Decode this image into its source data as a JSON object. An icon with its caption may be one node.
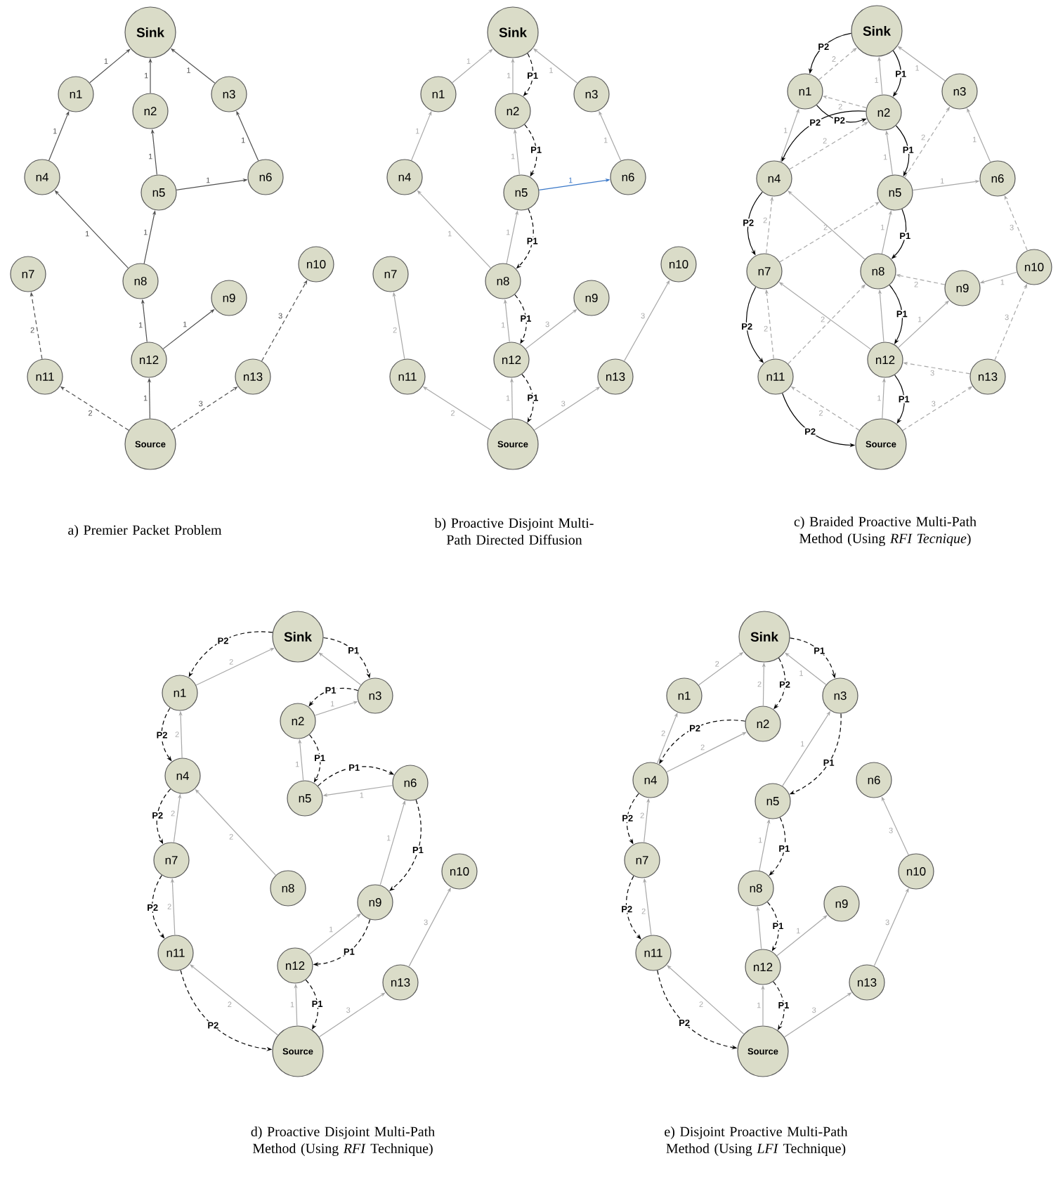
{
  "diagram": {
    "nodes": [
      {
        "text": [
          "Sink"
        ]
      },
      {
        "text": [
          "n1"
        ]
      },
      {
        "text": [
          "n2"
        ]
      },
      {
        "text": [
          "n3"
        ]
      },
      {
        "text": [
          "n4"
        ]
      },
      {
        "text": [
          "n5"
        ]
      },
      {
        "text": [
          "n6"
        ]
      },
      {
        "text": [
          "n7"
        ]
      },
      {
        "text": [
          "n8"
        ]
      },
      {
        "text": [
          "n9"
        ]
      },
      {
        "text": [
          "n10"
        ]
      },
      {
        "text": [
          "n11"
        ]
      },
      {
        "text": [
          "n12"
        ]
      },
      {
        "text": [
          "n13"
        ]
      },
      {
        "text": [
          "Source"
        ]
      },
      {
        "text": [
          "Sink"
        ]
      },
      {
        "text": [
          "n1"
        ]
      },
      {
        "text": [
          "n2"
        ]
      },
      {
        "text": [
          "n3"
        ]
      },
      {
        "text": [
          "n4"
        ]
      },
      {
        "text": [
          "n5"
        ]
      },
      {
        "text": [
          "n6"
        ]
      },
      {
        "text": [
          "n7"
        ]
      },
      {
        "text": [
          "n8"
        ]
      },
      {
        "text": [
          "n9"
        ]
      },
      {
        "text": [
          "n10"
        ]
      },
      {
        "text": [
          "n11"
        ]
      },
      {
        "text": [
          "n12"
        ]
      },
      {
        "text": [
          "n13"
        ]
      },
      {
        "text": [
          "Source"
        ]
      },
      {
        "text": [
          "Sink"
        ]
      },
      {
        "text": [
          "n1"
        ]
      },
      {
        "text": [
          "n2"
        ]
      },
      {
        "text": [
          "n3"
        ]
      },
      {
        "text": [
          "n4"
        ]
      },
      {
        "text": [
          "n5"
        ]
      },
      {
        "text": [
          "n6"
        ]
      },
      {
        "text": [
          "n7"
        ]
      },
      {
        "text": [
          "n8"
        ]
      },
      {
        "text": [
          "n9"
        ]
      },
      {
        "text": [
          "n10"
        ]
      },
      {
        "text": [
          "n11"
        ]
      },
      {
        "text": [
          "n12"
        ]
      },
      {
        "text": [
          "n13"
        ]
      },
      {
        "text": [
          "Source"
        ]
      },
      {
        "text": [
          "Sink"
        ]
      },
      {
        "text": [
          "n1"
        ]
      },
      {
        "text": [
          "n2"
        ]
      },
      {
        "text": [
          "n3"
        ]
      },
      {
        "text": [
          "n4"
        ]
      },
      {
        "text": [
          "n5"
        ]
      },
      {
        "text": [
          "n6"
        ]
      },
      {
        "text": [
          "n7"
        ]
      },
      {
        "text": [
          "n8"
        ]
      },
      {
        "text": [
          "n9"
        ]
      },
      {
        "text": [
          "n10"
        ]
      },
      {
        "text": [
          "n11"
        ]
      },
      {
        "text": [
          "n12"
        ]
      },
      {
        "text": [
          "n13"
        ]
      },
      {
        "text": [
          "Source"
        ]
      },
      {
        "text": [
          "Sink"
        ]
      },
      {
        "text": [
          "n1"
        ]
      },
      {
        "text": [
          "n2"
        ]
      },
      {
        "text": [
          "n3"
        ]
      },
      {
        "text": [
          "n4"
        ]
      },
      {
        "text": [
          "n5"
        ]
      },
      {
        "text": [
          "n6"
        ]
      },
      {
        "text": [
          "n7"
        ]
      },
      {
        "text": [
          "n8"
        ]
      },
      {
        "text": [
          "n9"
        ]
      },
      {
        "text": [
          "n10"
        ]
      },
      {
        "text": [
          "n11"
        ]
      },
      {
        "text": [
          "n12"
        ]
      },
      {
        "text": [
          "n13"
        ]
      },
      {
        "text": [
          "Source"
        ]
      }
    ],
    "edges": [
      {
        "from": 1,
        "to": 0,
        "arrow": "to",
        "label": "1",
        "color": "#505050"
      },
      {
        "from": 2,
        "to": 0,
        "arrow": "to",
        "label": "1",
        "color": "#505050"
      },
      {
        "from": 3,
        "to": 0,
        "arrow": "to",
        "label": "1",
        "color": "#505050"
      },
      {
        "from": 4,
        "to": 1,
        "arrow": "to",
        "label": "1",
        "color": "#505050"
      },
      {
        "from": 5,
        "to": 2,
        "arrow": "to",
        "label": "1",
        "color": "#505050"
      },
      {
        "from": 6,
        "to": 3,
        "arrow": "to",
        "label": "1",
        "color": "#505050"
      },
      {
        "from": 5,
        "to": 6,
        "arrow": "to",
        "label": "1",
        "color": "#505050"
      },
      {
        "from": 8,
        "to": 4,
        "arrow": "to",
        "label": "1",
        "color": "#505050"
      },
      {
        "from": 8,
        "to": 5,
        "arrow": "to",
        "label": "1",
        "color": "#505050"
      },
      {
        "from": 12,
        "to": 8,
        "arrow": "to",
        "label": "1",
        "color": "#505050"
      },
      {
        "from": 12,
        "to": 9,
        "arrow": "to",
        "label": "1",
        "color": "#505050"
      },
      {
        "from": 14,
        "to": 12,
        "arrow": "to",
        "label": "1",
        "color": "#505050"
      },
      {
        "from": 11,
        "to": 7,
        "arrow": "to",
        "label": "2",
        "style": "dashed",
        "color": "#505050"
      },
      {
        "from": 14,
        "to": 11,
        "arrow": "to",
        "label": "2",
        "style": "dashed",
        "color": "#505050"
      },
      {
        "from": 13,
        "to": 10,
        "arrow": "to",
        "label": "3",
        "style": "dashed",
        "color": "#505050"
      },
      {
        "from": 14,
        "to": 13,
        "arrow": "to",
        "label": "3",
        "style": "dashed",
        "color": "#505050"
      },
      {
        "from": 16,
        "to": 15,
        "arrow": "to",
        "label": "1"
      },
      {
        "from": 17,
        "to": 15,
        "arrow": "to",
        "label": "1"
      },
      {
        "from": 18,
        "to": 15,
        "arrow": "to",
        "label": "1"
      },
      {
        "from": 19,
        "to": 16,
        "arrow": "to",
        "label": "1"
      },
      {
        "from": 20,
        "to": 17,
        "arrow": "to",
        "label": "1"
      },
      {
        "from": 21,
        "to": 18,
        "arrow": "to",
        "label": "1"
      },
      {
        "from": 20,
        "to": 21,
        "arrow": "to",
        "label": "1",
        "color": "#3a78c8"
      },
      {
        "from": 23,
        "to": 19,
        "arrow": "to",
        "label": "1"
      },
      {
        "from": 23,
        "to": 20,
        "arrow": "to",
        "label": "1"
      },
      {
        "from": 27,
        "to": 23,
        "arrow": "to",
        "label": "1"
      },
      {
        "from": 27,
        "to": 24,
        "arrow": "to",
        "label": "3"
      },
      {
        "from": 29,
        "to": 27,
        "arrow": "to",
        "label": "1"
      },
      {
        "from": 26,
        "to": 22,
        "arrow": "to",
        "label": "2"
      },
      {
        "from": 29,
        "to": 26,
        "arrow": "to",
        "label": "2"
      },
      {
        "from": 28,
        "to": 25,
        "arrow": "to",
        "label": "3"
      },
      {
        "from": 29,
        "to": 28,
        "arrow": "to",
        "label": "3"
      },
      {
        "from": 15,
        "to": 17,
        "arrow": "to",
        "label": "P1",
        "style": "dashed",
        "color": "#000000"
      },
      {
        "from": 17,
        "to": 20,
        "arrow": "to",
        "label": "P1",
        "style": "dashed",
        "color": "#000000"
      },
      {
        "from": 20,
        "to": 23,
        "arrow": "to",
        "label": "P1",
        "style": "dashed",
        "color": "#000000"
      },
      {
        "from": 23,
        "to": 27,
        "arrow": "to",
        "label": "P1",
        "style": "dashed",
        "color": "#000000"
      },
      {
        "from": 27,
        "to": 29,
        "arrow": "to",
        "label": "P1",
        "style": "dashed",
        "color": "#000000"
      },
      {
        "from": 31,
        "to": 30,
        "arrow": "to",
        "label": "2",
        "style": "dashed"
      },
      {
        "from": 32,
        "to": 30,
        "arrow": "to",
        "label": "1"
      },
      {
        "from": 33,
        "to": 30,
        "arrow": "to",
        "label": "1"
      },
      {
        "from": 32,
        "to": 31,
        "arrow": "to",
        "label": "2",
        "style": "dashed"
      },
      {
        "from": 34,
        "to": 31,
        "arrow": "to",
        "label": "1"
      },
      {
        "from": 34,
        "to": 32,
        "arrow": "to",
        "label": "2",
        "style": "dashed"
      },
      {
        "from": 35,
        "to": 32,
        "arrow": "to",
        "label": "1"
      },
      {
        "from": 35,
        "to": 33,
        "arrow": "to",
        "label": "2",
        "style": "dashed"
      },
      {
        "from": 36,
        "to": 33,
        "arrow": "to",
        "label": "1"
      },
      {
        "from": 35,
        "to": 36,
        "arrow": "to",
        "label": "1"
      },
      {
        "from": 37,
        "to": 34,
        "arrow": "to",
        "label": "2",
        "style": "dashed"
      },
      {
        "from": 38,
        "to": 34,
        "arrow": "to"
      },
      {
        "from": 37,
        "to": 35,
        "arrow": "to",
        "label": "2",
        "style": "dashed"
      },
      {
        "from": 38,
        "to": 35,
        "arrow": "to",
        "label": "1"
      },
      {
        "from": 41,
        "to": 37,
        "arrow": "to",
        "label": "2",
        "style": "dashed"
      },
      {
        "from": 42,
        "to": 37,
        "arrow": "to"
      },
      {
        "from": 39,
        "to": 38,
        "arrow": "to",
        "label": "2",
        "style": "dashed"
      },
      {
        "from": 41,
        "to": 38,
        "arrow": "to",
        "label": "2",
        "style": "dashed"
      },
      {
        "from": 42,
        "to": 38,
        "arrow": "to"
      },
      {
        "from": 40,
        "to": 39,
        "arrow": "to",
        "label": "1"
      },
      {
        "from": 42,
        "to": 39,
        "arrow": "to",
        "label": "1"
      },
      {
        "from": 40,
        "to": 36,
        "arrow": "to",
        "label": "3",
        "style": "dashed"
      },
      {
        "from": 43,
        "to": 40,
        "arrow": "to",
        "label": "3",
        "style": "dashed"
      },
      {
        "from": 43,
        "to": 42,
        "arrow": "to",
        "label": "3",
        "style": "dashed"
      },
      {
        "from": 44,
        "to": 42,
        "arrow": "to",
        "label": "1"
      },
      {
        "from": 44,
        "to": 41,
        "arrow": "to",
        "label": "2",
        "style": "dashed"
      },
      {
        "from": 44,
        "to": 43,
        "arrow": "to",
        "label": "3",
        "style": "dashed"
      },
      {
        "from": 30,
        "to": 31,
        "arrow": "to",
        "label": "P2",
        "color": "#000000"
      },
      {
        "from": 31,
        "to": 32,
        "arrow": "to",
        "label": "P2",
        "color": "#000000"
      },
      {
        "from": 32,
        "to": 34,
        "arrow": "to",
        "label": "P2",
        "color": "#000000"
      },
      {
        "from": 34,
        "to": 37,
        "arrow": "to",
        "label": "P2",
        "color": "#000000"
      },
      {
        "from": 37,
        "to": 41,
        "arrow": "to",
        "label": "P2",
        "color": "#000000"
      },
      {
        "from": 41,
        "to": 44,
        "arrow": "to",
        "label": "P2",
        "color": "#000000"
      },
      {
        "from": 30,
        "to": 32,
        "arrow": "to",
        "label": "P1",
        "color": "#000000"
      },
      {
        "from": 32,
        "to": 35,
        "arrow": "to",
        "label": "P1",
        "color": "#000000"
      },
      {
        "from": 35,
        "to": 38,
        "arrow": "to",
        "label": "P1",
        "color": "#000000"
      },
      {
        "from": 38,
        "to": 42,
        "arrow": "to",
        "label": "P1",
        "color": "#000000"
      },
      {
        "from": 42,
        "to": 44,
        "arrow": "to",
        "label": "P1",
        "color": "#000000"
      },
      {
        "from": 46,
        "to": 45,
        "arrow": "to",
        "label": "2"
      },
      {
        "from": 49,
        "to": 46,
        "arrow": "to",
        "label": "2"
      },
      {
        "from": 52,
        "to": 49,
        "arrow": "to",
        "label": "2"
      },
      {
        "from": 56,
        "to": 52,
        "arrow": "to",
        "label": "2"
      },
      {
        "from": 59,
        "to": 56,
        "arrow": "to",
        "label": "2"
      },
      {
        "from": 53,
        "to": 49,
        "arrow": "to",
        "label": "2"
      },
      {
        "from": 48,
        "to": 45,
        "arrow": "to"
      },
      {
        "from": 47,
        "to": 48,
        "arrow": "to",
        "label": "1"
      },
      {
        "from": 50,
        "to": 47,
        "arrow": "to",
        "label": "1"
      },
      {
        "from": 51,
        "to": 50,
        "arrow": "to",
        "label": "1"
      },
      {
        "from": 54,
        "to": 51,
        "arrow": "to",
        "label": "1"
      },
      {
        "from": 57,
        "to": 54,
        "arrow": "to",
        "label": "1"
      },
      {
        "from": 59,
        "to": 57,
        "arrow": "to",
        "label": "1"
      },
      {
        "from": 58,
        "to": 55,
        "arrow": "to",
        "label": "3"
      },
      {
        "from": 59,
        "to": 58,
        "arrow": "to",
        "label": "3"
      },
      {
        "from": 45,
        "to": 46,
        "arrow": "to",
        "label": "P2",
        "style": "dashed",
        "color": "#000000"
      },
      {
        "from": 46,
        "to": 49,
        "arrow": "to",
        "label": "P2",
        "style": "dashed",
        "color": "#000000"
      },
      {
        "from": 49,
        "to": 52,
        "arrow": "to",
        "label": "P2",
        "style": "dashed",
        "color": "#000000"
      },
      {
        "from": 52,
        "to": 56,
        "arrow": "to",
        "label": "P2",
        "style": "dashed",
        "color": "#000000"
      },
      {
        "from": 56,
        "to": 59,
        "arrow": "to",
        "label": "P2",
        "style": "dashed",
        "color": "#000000"
      },
      {
        "from": 45,
        "to": 48,
        "arrow": "to",
        "label": "P1",
        "style": "dashed",
        "color": "#000000"
      },
      {
        "from": 48,
        "to": 47,
        "arrow": "to",
        "label": "P1",
        "style": "dashed",
        "color": "#000000"
      },
      {
        "from": 47,
        "to": 50,
        "arrow": "to",
        "label": "P1",
        "style": "dashed",
        "color": "#000000"
      },
      {
        "from": 50,
        "to": 51,
        "arrow": "to",
        "label": "P1",
        "style": "dashed",
        "color": "#000000"
      },
      {
        "from": 51,
        "to": 54,
        "arrow": "to",
        "label": "P1",
        "style": "dashed",
        "color": "#000000"
      },
      {
        "from": 54,
        "to": 57,
        "arrow": "to",
        "label": "P1",
        "style": "dashed",
        "color": "#000000"
      },
      {
        "from": 57,
        "to": 59,
        "arrow": "to",
        "label": "P1",
        "style": "dashed",
        "color": "#000000"
      },
      {
        "from": 61,
        "to": 60,
        "arrow": "to",
        "label": "2"
      },
      {
        "from": 62,
        "to": 60,
        "arrow": "to",
        "label": "2"
      },
      {
        "from": 63,
        "to": 60,
        "arrow": "to",
        "label": "1"
      },
      {
        "from": 64,
        "to": 61,
        "arrow": "to",
        "label": "2"
      },
      {
        "from": 64,
        "to": 62,
        "arrow": "to",
        "label": "2"
      },
      {
        "from": 67,
        "to": 64,
        "arrow": "to",
        "label": "2"
      },
      {
        "from": 71,
        "to": 67,
        "arrow": "to",
        "label": "2"
      },
      {
        "from": 74,
        "to": 71,
        "arrow": "to",
        "label": "2"
      },
      {
        "from": 65,
        "to": 63,
        "arrow": "to",
        "label": "1"
      },
      {
        "from": 68,
        "to": 65,
        "arrow": "to",
        "label": "1"
      },
      {
        "from": 72,
        "to": 68,
        "arrow": "to"
      },
      {
        "from": 72,
        "to": 69,
        "arrow": "to",
        "label": "1"
      },
      {
        "from": 74,
        "to": 72,
        "arrow": "to",
        "label": "1"
      },
      {
        "from": 70,
        "to": 66,
        "arrow": "to",
        "label": "3"
      },
      {
        "from": 73,
        "to": 70,
        "arrow": "to",
        "label": "3"
      },
      {
        "from": 74,
        "to": 73,
        "arrow": "to",
        "label": "3"
      },
      {
        "from": 60,
        "to": 62,
        "arrow": "to",
        "label": "P2",
        "style": "dashed",
        "color": "#000000"
      },
      {
        "from": 62,
        "to": 64,
        "arrow": "to",
        "label": "P2",
        "style": "dashed",
        "color": "#000000"
      },
      {
        "from": 64,
        "to": 67,
        "arrow": "to",
        "label": "P2",
        "style": "dashed",
        "color": "#000000"
      },
      {
        "from": 67,
        "to": 71,
        "arrow": "to",
        "label": "P2",
        "style": "dashed",
        "color": "#000000"
      },
      {
        "from": 71,
        "to": 74,
        "arrow": "to",
        "label": "P2",
        "style": "dashed",
        "color": "#000000"
      },
      {
        "from": 60,
        "to": 63,
        "arrow": "to",
        "label": "P1",
        "style": "dashed",
        "color": "#000000"
      },
      {
        "from": 63,
        "to": 65,
        "arrow": "to",
        "label": "P1",
        "style": "dashed",
        "color": "#000000"
      },
      {
        "from": 65,
        "to": 68,
        "arrow": "to",
        "label": "P1",
        "style": "dashed",
        "color": "#000000"
      },
      {
        "from": 68,
        "to": 72,
        "arrow": "to",
        "label": "P1",
        "style": "dashed",
        "color": "#000000"
      },
      {
        "from": 72,
        "to": 74,
        "arrow": "to",
        "label": "P1",
        "style": "dashed",
        "color": "#000000"
      }
    ],
    "labels": [
      "a) Premier Packet Problem",
      "b) Proactive Disjoint Multi-Path Directed Diffusion",
      "c) Braided Proactive Multi-Path Method (Using *RFI Tecnique*)",
      "d) Proactive Disjoint Multi-Path Method (Using *RFI* Technique)",
      "e) Disjoint Proactive Multi-Path Method (Using *LFI* Technique)"
    ]
  }
}
